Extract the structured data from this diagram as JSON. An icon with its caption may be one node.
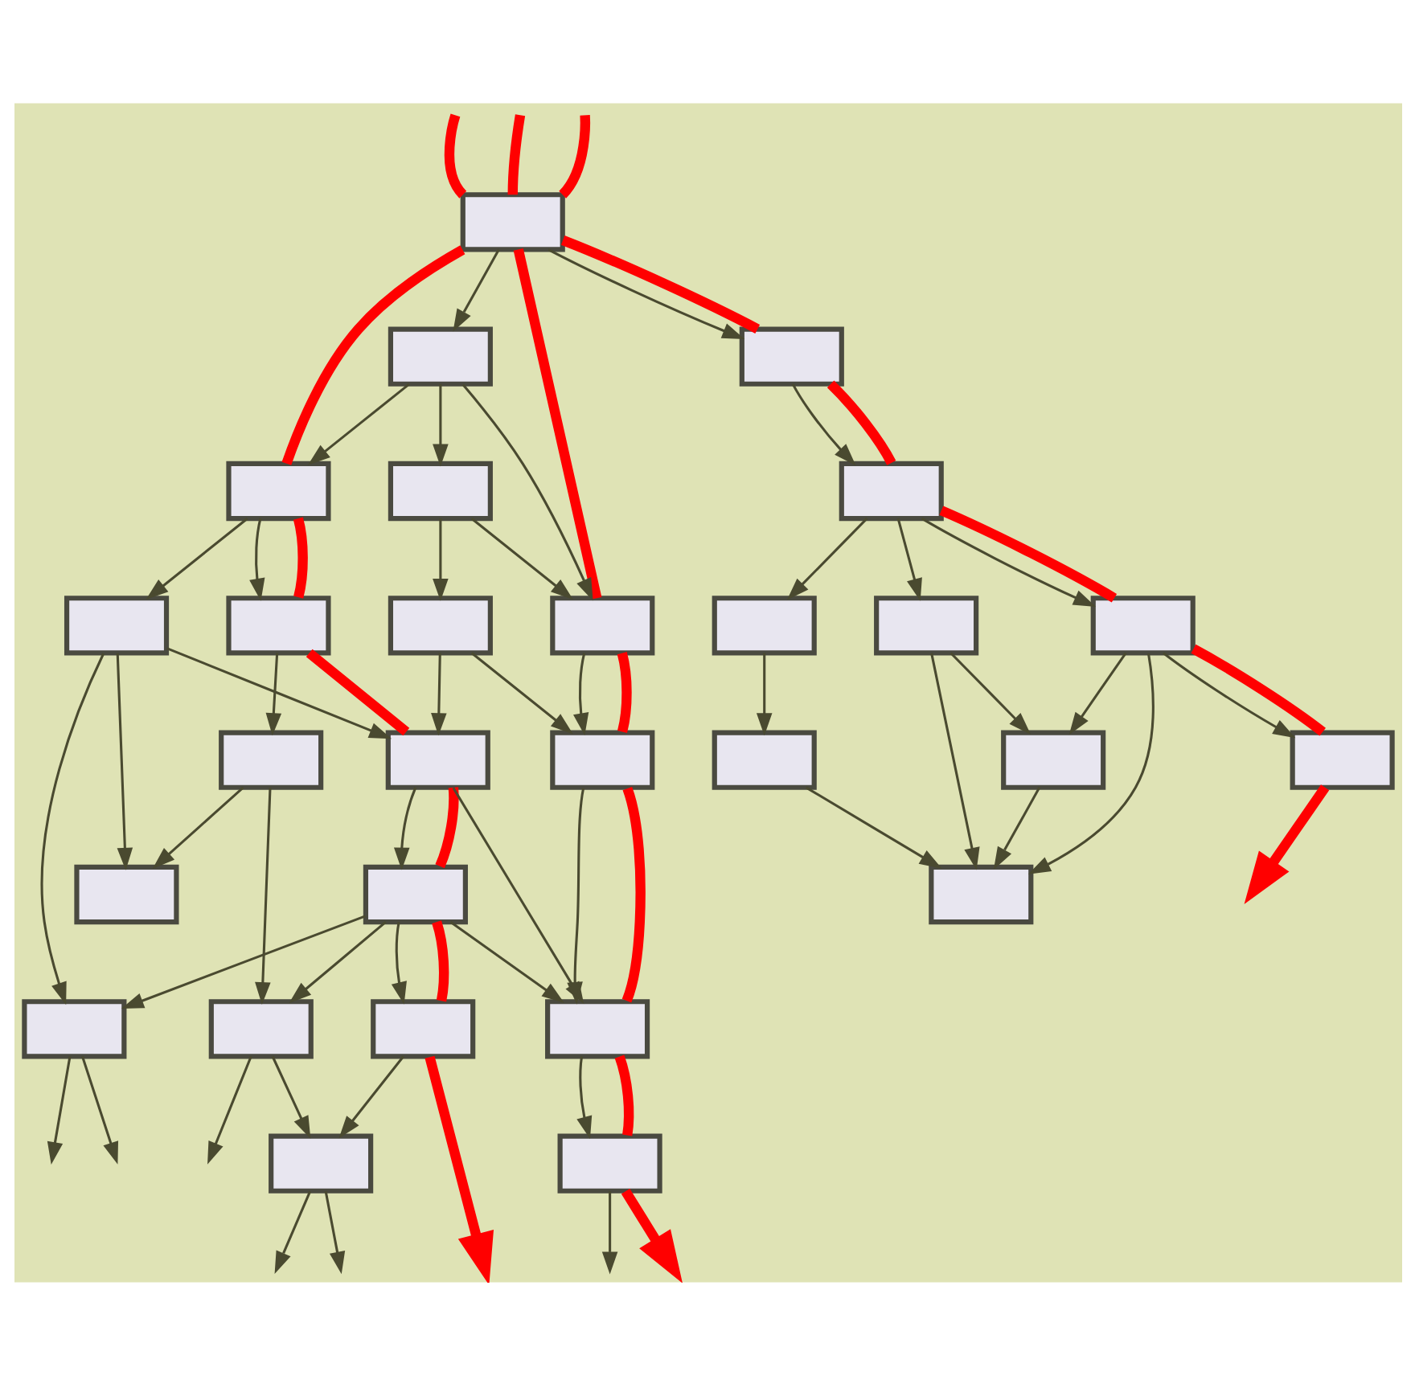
{
  "diagram": {
    "nodes": [
      {
        "text": [],
        "shape": "box"
      },
      {
        "text": [],
        "shape": "box"
      },
      {
        "text": [],
        "shape": "box"
      },
      {
        "text": [],
        "shape": "box"
      },
      {
        "text": [],
        "shape": "box"
      },
      {
        "text": [],
        "shape": "box"
      },
      {
        "text": [],
        "shape": "box"
      },
      {
        "text": [],
        "shape": "box"
      },
      {
        "text": [],
        "shape": "box"
      },
      {
        "text": [],
        "shape": "box"
      },
      {
        "text": [],
        "shape": "box"
      },
      {
        "text": [],
        "shape": "box"
      },
      {
        "text": [],
        "shape": "box"
      },
      {
        "text": [],
        "shape": "box"
      },
      {
        "text": [],
        "shape": "box"
      },
      {
        "text": [],
        "shape": "box"
      },
      {
        "text": [],
        "shape": "box"
      },
      {
        "text": [],
        "shape": "box"
      },
      {
        "text": [],
        "shape": "box"
      },
      {
        "text": [],
        "shape": "box"
      },
      {
        "text": [],
        "shape": "box"
      },
      {
        "text": [],
        "shape": "box"
      },
      {
        "text": [],
        "shape": "box"
      },
      {
        "text": [],
        "shape": "box"
      },
      {
        "text": [],
        "shape": "box"
      },
      {
        "text": [],
        "shape": "box"
      },
      {
        "text": [],
        "shape": "box"
      },
      {
        "text": [],
        "shape": "box"
      }
    ],
    "edges": [
      {
        "from": 0,
        "to": 1,
        "arrow": "to"
      },
      {
        "from": 0,
        "to": 2,
        "arrow": "to"
      },
      {
        "from": 1,
        "to": 3,
        "arrow": "to"
      },
      {
        "from": 1,
        "to": 4,
        "arrow": "to"
      },
      {
        "from": 1,
        "to": 9,
        "arrow": "to"
      },
      {
        "from": 2,
        "to": 5,
        "arrow": "to"
      },
      {
        "from": 3,
        "to": 6,
        "arrow": "to"
      },
      {
        "from": 3,
        "to": 7,
        "arrow": "to"
      },
      {
        "from": 4,
        "to": 8,
        "arrow": "to"
      },
      {
        "from": 4,
        "to": 9,
        "arrow": "to"
      },
      {
        "from": 5,
        "to": 10,
        "arrow": "to"
      },
      {
        "from": 5,
        "to": 11,
        "arrow": "to"
      },
      {
        "from": 5,
        "to": 12,
        "arrow": "to"
      },
      {
        "from": 6,
        "to": 19,
        "arrow": "to"
      },
      {
        "from": 6,
        "to": 14,
        "arrow": "to"
      },
      {
        "from": 6,
        "to": 22,
        "arrow": "to"
      },
      {
        "from": 7,
        "to": 13,
        "arrow": "to"
      },
      {
        "from": 8,
        "to": 14,
        "arrow": "to"
      },
      {
        "from": 8,
        "to": 15,
        "arrow": "to"
      },
      {
        "from": 9,
        "to": 15,
        "arrow": "to"
      },
      {
        "from": 10,
        "to": 16,
        "arrow": "to"
      },
      {
        "from": 11,
        "to": 21,
        "arrow": "to"
      },
      {
        "from": 11,
        "to": 17,
        "arrow": "to"
      },
      {
        "from": 12,
        "to": 17,
        "arrow": "to"
      },
      {
        "from": 12,
        "to": 18,
        "arrow": "to"
      },
      {
        "from": 12,
        "to": 21,
        "arrow": "to"
      },
      {
        "from": 16,
        "to": 21,
        "arrow": "to"
      },
      {
        "from": 17,
        "to": 21,
        "arrow": "to"
      },
      {
        "from": 13,
        "to": 19,
        "arrow": "to"
      },
      {
        "from": 13,
        "to": 23,
        "arrow": "to"
      },
      {
        "from": 14,
        "to": 20,
        "arrow": "to"
      },
      {
        "from": 14,
        "to": 25,
        "arrow": "to"
      },
      {
        "from": 20,
        "to": 22,
        "arrow": "to"
      },
      {
        "from": 20,
        "to": 23,
        "arrow": "to"
      },
      {
        "from": 20,
        "to": 24,
        "arrow": "to"
      },
      {
        "from": 20,
        "to": 25,
        "arrow": "to"
      },
      {
        "from": 15,
        "to": 25,
        "arrow": "to"
      },
      {
        "from": 23,
        "to": 26,
        "arrow": "to"
      },
      {
        "from": 24,
        "to": 26,
        "arrow": "to"
      },
      {
        "from": 25,
        "to": 27,
        "arrow": "to"
      },
      {
        "from": 22,
        "to": null,
        "arrow": "to"
      },
      {
        "from": 22,
        "to": null,
        "arrow": "to"
      },
      {
        "from": 23,
        "to": null,
        "arrow": "to"
      },
      {
        "from": 26,
        "to": null,
        "arrow": "to"
      },
      {
        "from": 26,
        "to": null,
        "arrow": "to"
      },
      {
        "from": 27,
        "to": null,
        "arrow": "to"
      },
      {
        "from": null,
        "to": 0,
        "arrow": "none",
        "style": "thick",
        "color": "#ff0000"
      },
      {
        "from": 0,
        "to": 3,
        "arrow": "none",
        "style": "thick",
        "color": "#ff0000"
      },
      {
        "from": 3,
        "to": 7,
        "arrow": "none",
        "style": "thick",
        "color": "#ff0000"
      },
      {
        "from": 7,
        "to": 14,
        "arrow": "none",
        "style": "thick",
        "color": "#ff0000"
      },
      {
        "from": 14,
        "to": 20,
        "arrow": "none",
        "style": "thick",
        "color": "#ff0000"
      },
      {
        "from": 20,
        "to": 24,
        "arrow": "none",
        "style": "thick",
        "color": "#ff0000"
      },
      {
        "from": 24,
        "to": null,
        "arrow": "to",
        "style": "thick",
        "color": "#ff0000"
      },
      {
        "from": null,
        "to": 0,
        "arrow": "none",
        "style": "thick",
        "color": "#ff0000"
      },
      {
        "from": 0,
        "to": 9,
        "arrow": "none",
        "style": "thick",
        "color": "#ff0000"
      },
      {
        "from": 9,
        "to": 15,
        "arrow": "none",
        "style": "thick",
        "color": "#ff0000"
      },
      {
        "from": 15,
        "to": 25,
        "arrow": "none",
        "style": "thick",
        "color": "#ff0000"
      },
      {
        "from": 25,
        "to": 27,
        "arrow": "none",
        "style": "thick",
        "color": "#ff0000"
      },
      {
        "from": 27,
        "to": null,
        "arrow": "to",
        "style": "thick",
        "color": "#ff0000"
      },
      {
        "from": null,
        "to": 0,
        "arrow": "none",
        "style": "thick",
        "color": "#ff0000"
      },
      {
        "from": 0,
        "to": 2,
        "arrow": "none",
        "style": "thick",
        "color": "#ff0000"
      },
      {
        "from": 2,
        "to": 5,
        "arrow": "none",
        "style": "thick",
        "color": "#ff0000"
      },
      {
        "from": 5,
        "to": 12,
        "arrow": "none",
        "style": "thick",
        "color": "#ff0000"
      },
      {
        "from": 12,
        "to": 18,
        "arrow": "none",
        "style": "thick",
        "color": "#ff0000"
      },
      {
        "from": 18,
        "to": null,
        "arrow": "to",
        "style": "thick",
        "color": "#ff0000"
      }
    ]
  }
}
